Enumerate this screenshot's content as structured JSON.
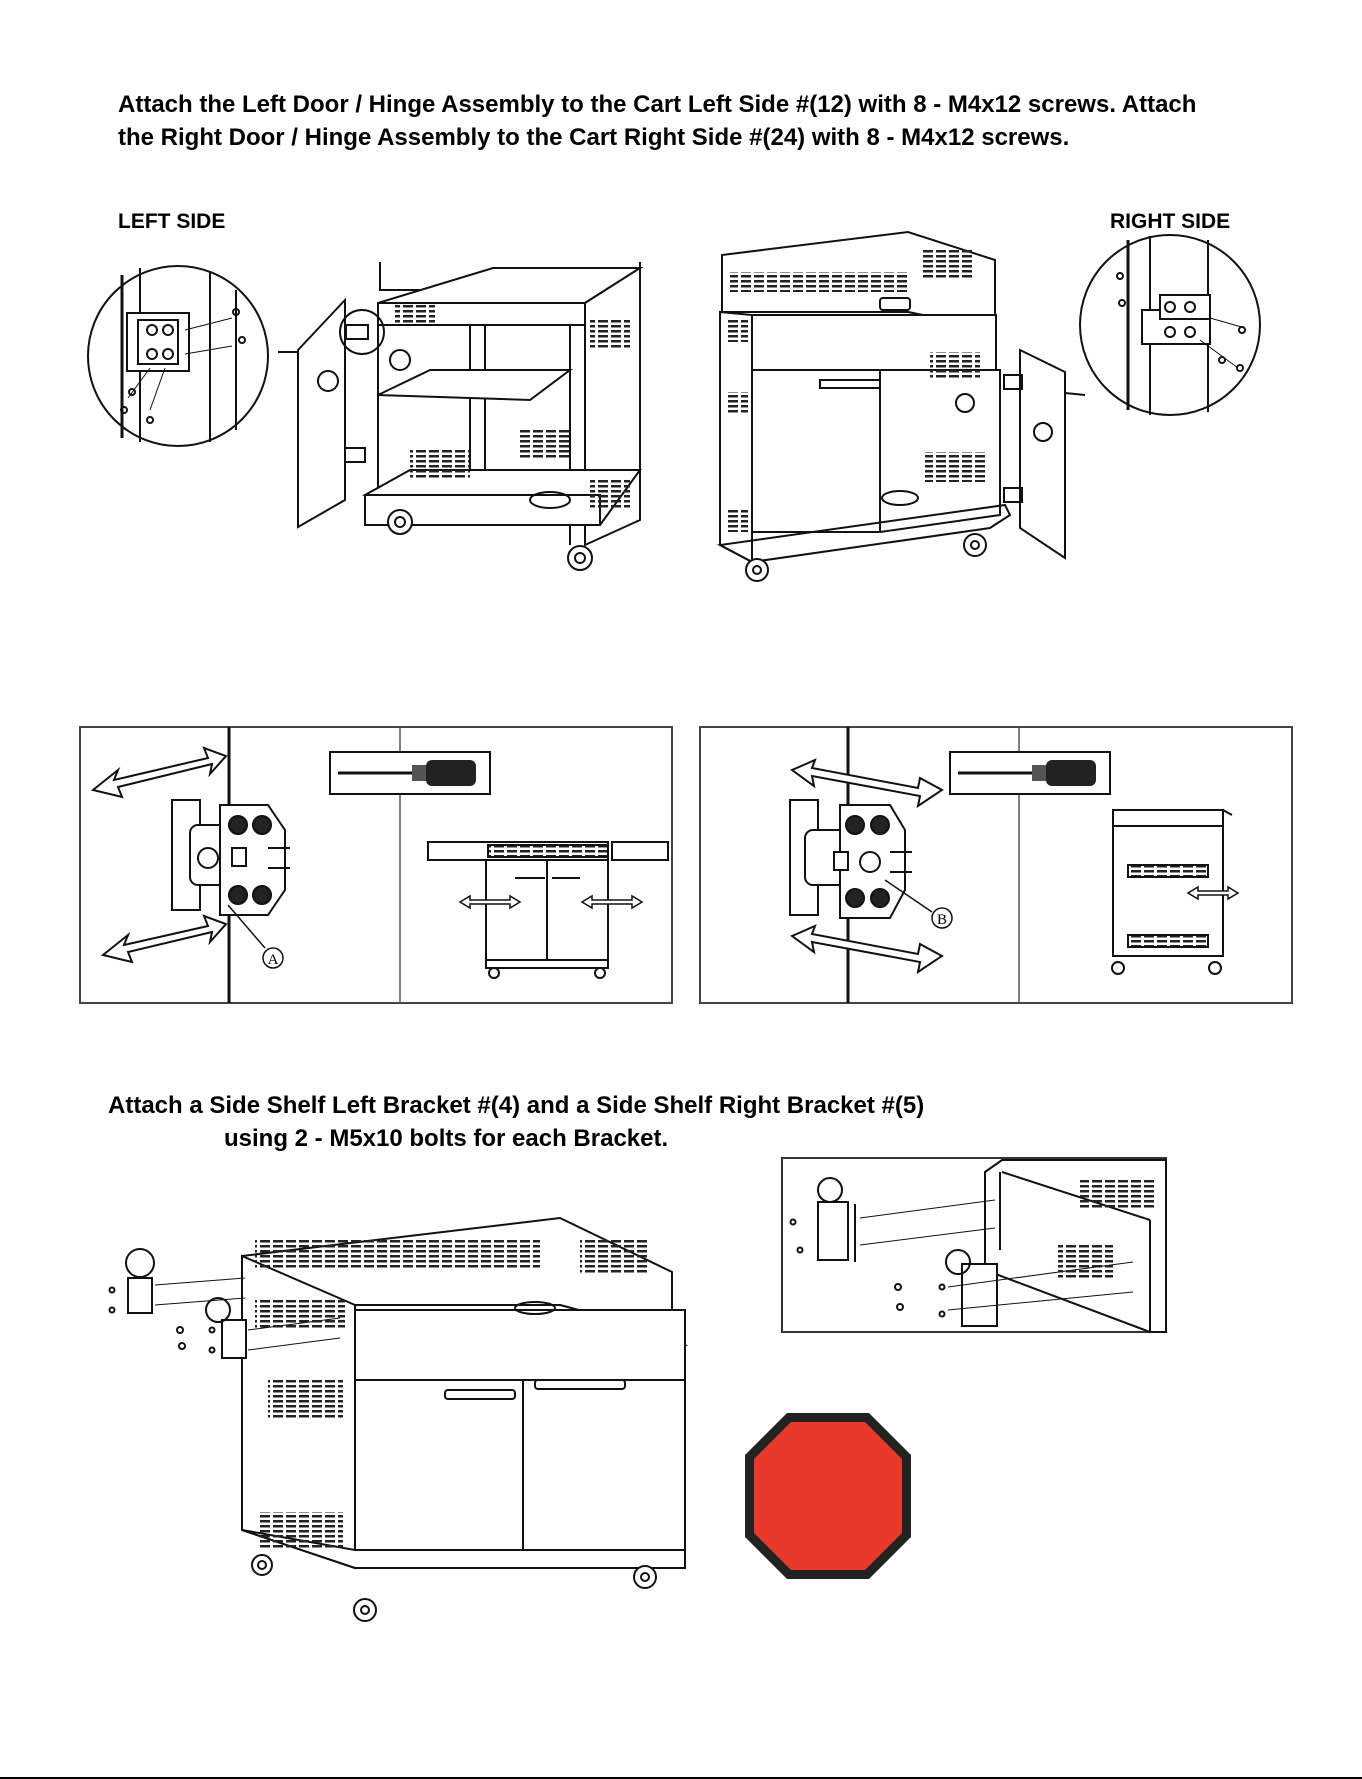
{
  "step1": {
    "instruction_line1": "Attach the Left Door / Hinge Assembly to the Cart Left Side #(12) with 8 - M4x12 screws.  Attach",
    "instruction_line2": "the Right Door / Hinge Assembly to the Cart Right Side #(24) with 8 - M4x12 screws.",
    "left_label": "LEFT SIDE",
    "right_label": "RIGHT SIDE"
  },
  "hinge_adjust": {
    "callout_left": "A",
    "callout_right": "B"
  },
  "step2": {
    "instruction_line1": "Attach a Side Shelf Left Bracket #(4) and a Side Shelf Right Bracket #(5)",
    "instruction_line2": "using 2 - M5x10 bolts for each Bracket."
  },
  "stop_sign": {
    "color": "#e8382a"
  },
  "icons": [
    "screwdriver-icon",
    "adjust-arrow-icon",
    "hinge-icon",
    "stop-sign-icon"
  ]
}
